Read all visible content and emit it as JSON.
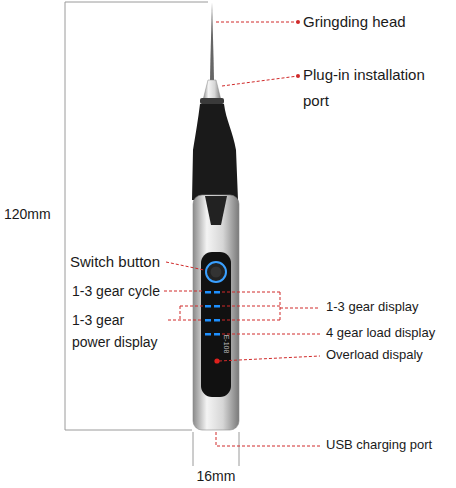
{
  "diagram": {
    "labels": [
      "Gringding head",
      "Plug-in installation port",
      "120mm",
      "Switch button",
      "1-3 gear cycle",
      "1-3 gear display",
      "1-3 gear power display",
      "4 gear load display",
      "E-108",
      "Overload dispaly",
      "USB charging port",
      "16mm"
    ]
  }
}
